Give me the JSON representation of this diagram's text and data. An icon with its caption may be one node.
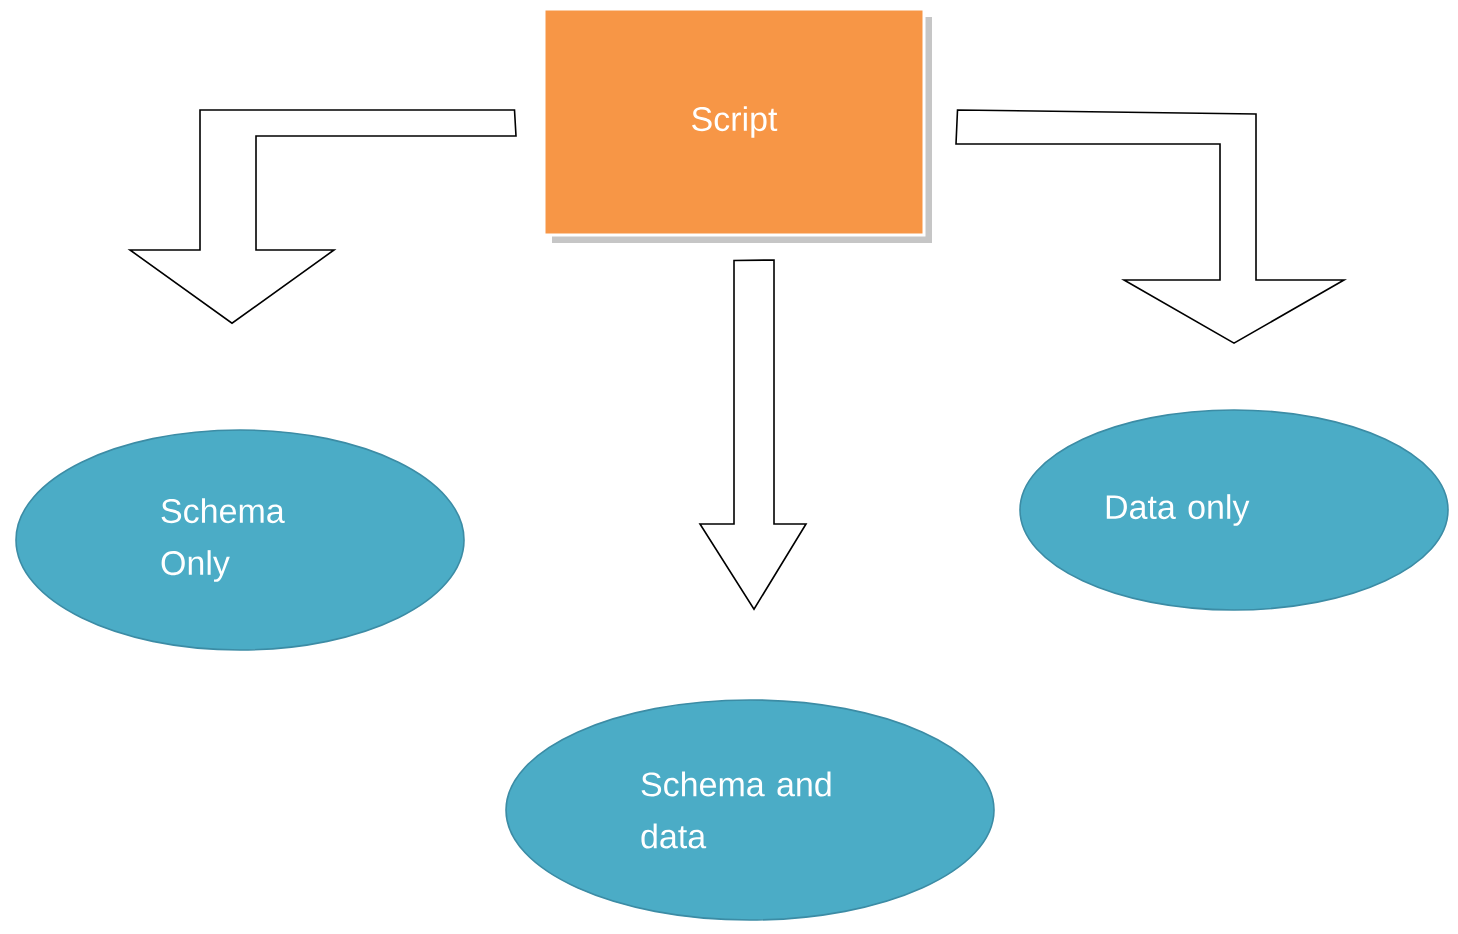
{
  "diagram": {
    "nodes": [
      {
        "text": [
          "Script"
        ]
      },
      {
        "text": [
          "Schema Only"
        ]
      },
      {
        "text": [
          "Data only"
        ]
      },
      {
        "text": [
          "Schema and data"
        ]
      }
    ],
    "edges": [
      {
        "from": 0,
        "to": 1,
        "arrow": "to"
      },
      {
        "from": 0,
        "to": 3,
        "arrow": "to"
      },
      {
        "from": 0,
        "to": 2,
        "arrow": "to"
      }
    ]
  }
}
